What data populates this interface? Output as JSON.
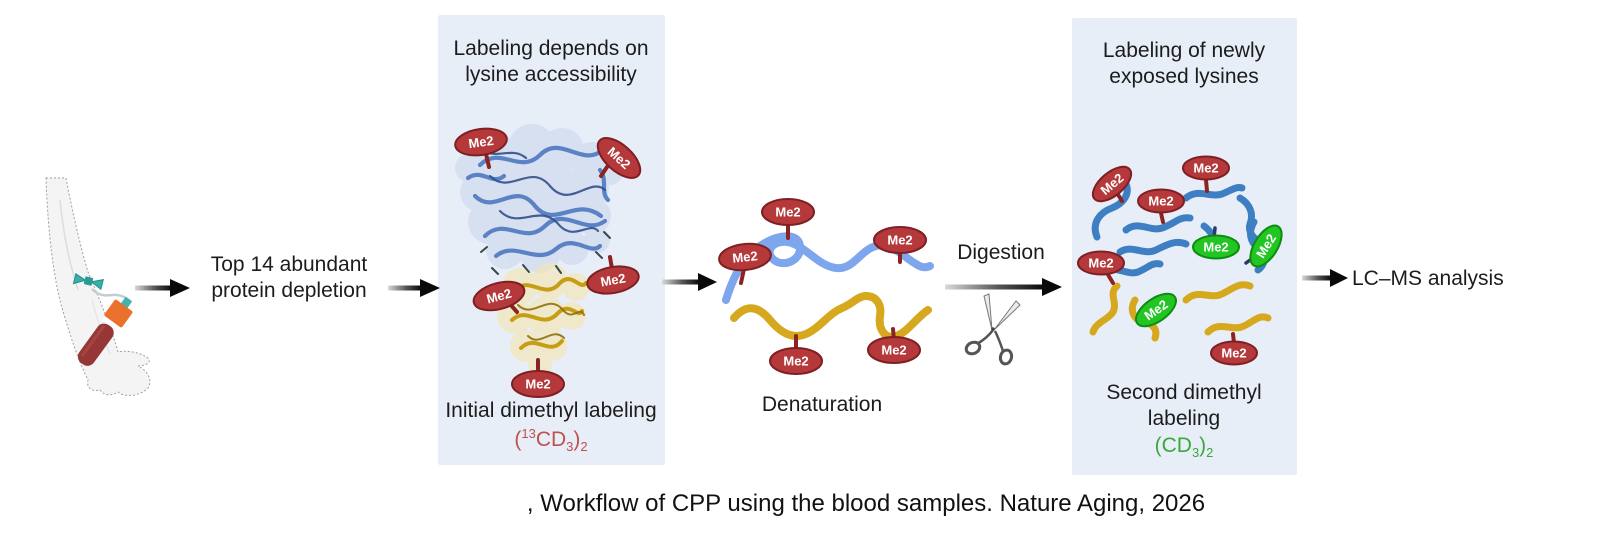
{
  "figure": {
    "caption": ", Workflow of CPP using the blood samples. Nature Aging, 2026"
  },
  "labels": {
    "me2": "Me2"
  },
  "steps": {
    "depletion": {
      "line1": "Top 14 abundant",
      "line2": "protein depletion"
    },
    "panel1": {
      "title_line1": "Labeling depends on",
      "title_line2": "lysine accessibility",
      "caption": "Initial dimethyl labeling",
      "formula": {
        "open": "(",
        "sup": "13",
        "main": "CD",
        "sub": "3",
        "close": ")",
        "sub2": "2"
      }
    },
    "denaturation": {
      "label": "Denaturation"
    },
    "digestion": {
      "label": "Digestion"
    },
    "panel2": {
      "title_line1": "Labeling of newly",
      "title_line2": "exposed lysines",
      "caption_line1": "Second dimethyl",
      "caption_line2": "labeling",
      "formula": {
        "open": "(",
        "main": "CD",
        "sub": "3",
        "close": ")",
        "sub2": "2"
      }
    },
    "lcms": {
      "label": "LC–MS analysis"
    }
  },
  "colors": {
    "panel_background": "#e8eef8",
    "me2_red": "#b5393b",
    "me2_red_border": "#7f1f24",
    "me2_green": "#22c522",
    "me2_green_border": "#0f8c0f",
    "protein_blue": "#5b82c4",
    "protein_yellow": "#c79d12",
    "strand_blue_light": "#7ea6ec",
    "strand_blue": "#3e7fc4",
    "strand_yellow": "#d6a81e",
    "formula1_color": "#c0504d",
    "formula2_color": "#3aa83a",
    "tube_cap_orange": "#e9712c",
    "tube_blood_red": "#963636",
    "needle_teal": "#35b0aa"
  }
}
